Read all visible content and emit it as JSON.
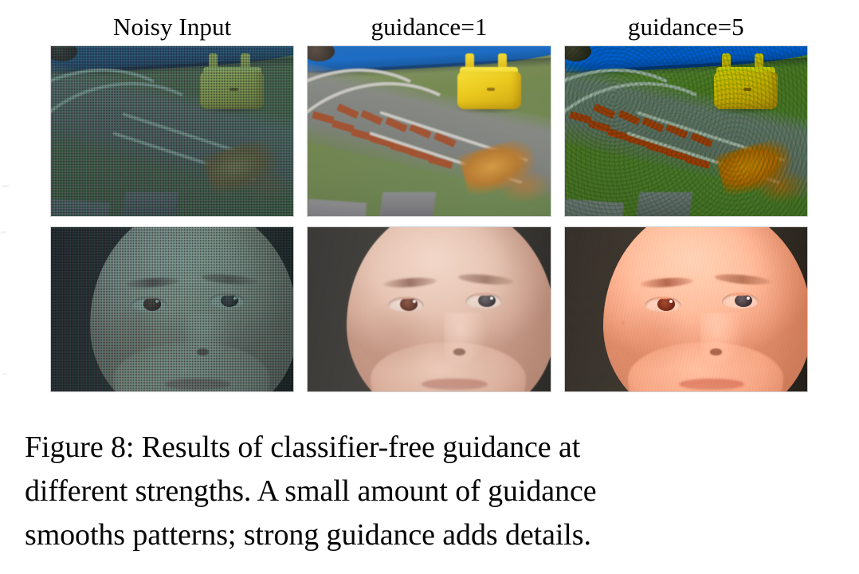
{
  "figure": {
    "id": "Figure 8",
    "caption": "Figure 8: Results of classifier-free guidance at different strengths. A small amount of guidance smooths patterns; strong guidance adds details.",
    "caption_lines": [
      "Figure 8: Results of classifier-free guidance at",
      "different strengths. A small amount of guidance",
      "smooths patterns; strong guidance adds details."
    ],
    "columns": [
      {
        "key": "noisy",
        "label": "Noisy Input"
      },
      {
        "key": "g1",
        "label": "guidance=1"
      },
      {
        "key": "g5",
        "label": "guidance=5"
      }
    ],
    "rows": [
      {
        "key": "train",
        "subject": "toy train set with wooden tracks, green scenery and a yellow plastic toy block on a blue-rimmed play table",
        "panels": [
          {
            "column": "noisy",
            "alt": "Noisy Input — toy train track scene heavily corrupted by colored pixel noise"
          },
          {
            "column": "g1",
            "alt": "guidance=1 — toy train track scene, smooth and slightly desaturated"
          },
          {
            "column": "g5",
            "alt": "guidance=5 — toy train track scene, more saturated with added green foliage texture"
          }
        ]
      },
      {
        "key": "face",
        "subject": "close-up of a bald mannequin-like human face against a dark grey background",
        "panels": [
          {
            "column": "noisy",
            "alt": "Noisy Input — face heavily corrupted by purple-toned pixel noise"
          },
          {
            "column": "g1",
            "alt": "guidance=1 — face rendered smooth with soft skin"
          },
          {
            "column": "g5",
            "alt": "guidance=5 — face with stronger contrast and added skin detail"
          }
        ]
      }
    ]
  },
  "colors": {
    "page_background": "#ffffff",
    "text": "#000000",
    "table_rim_blue": "#1a6ec9",
    "toy_yellow": "#ecc815",
    "track_tie_brown": "#a8502c",
    "rail_grey": "#c9c7c2",
    "grass_green": "#74894f",
    "skin": "#e9c6b4",
    "face_background_grey": "#3b3a38",
    "noise_cast_purple": "#463a5f"
  }
}
